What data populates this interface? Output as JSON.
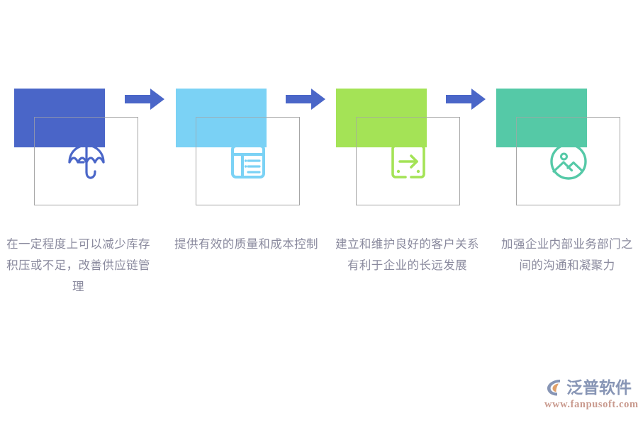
{
  "palette": {
    "step1": "#4a66c8",
    "step2": "#7bd2f5",
    "step3": "#a4e356",
    "step4": "#55c9a7",
    "arrow": "#4a66c8",
    "outline": "#a6a6a6",
    "caption_text": "#8a8a9e",
    "logo_name": "#8795b5",
    "logo_url": "#c99a8e",
    "logo_mark_blue": "#8795b5",
    "logo_mark_orange": "#e0a06a"
  },
  "steps": [
    {
      "index": "1",
      "icon": "umbrella-icon",
      "color": "#4a66c8",
      "caption": "在一定程度上可以减少库存积压或不足，改善供应链管理"
    },
    {
      "index": "2",
      "icon": "table-list-icon",
      "color": "#7bd2f5",
      "caption": "提供有效的质量和成本控制"
    },
    {
      "index": "3",
      "icon": "exit-door-arrow-icon",
      "color": "#a4e356",
      "caption": "建立和维护良好的客户关系有利于企业的长远发展"
    },
    {
      "index": "4",
      "icon": "image-photo-icon",
      "color": "#55c9a7",
      "caption": "加强企业内部业务部门之间的沟通和凝聚力"
    }
  ],
  "arrows": [
    {
      "name": "arrow-step1-to-step2",
      "icon": "arrow-right-icon"
    },
    {
      "name": "arrow-step2-to-step3",
      "icon": "arrow-right-icon"
    },
    {
      "name": "arrow-step3-to-step4",
      "icon": "arrow-right-icon"
    }
  ],
  "watermark": {
    "icon": "fanpu-logo-mark",
    "brand": "泛普软件",
    "url": "www.fanpusoft.com"
  }
}
